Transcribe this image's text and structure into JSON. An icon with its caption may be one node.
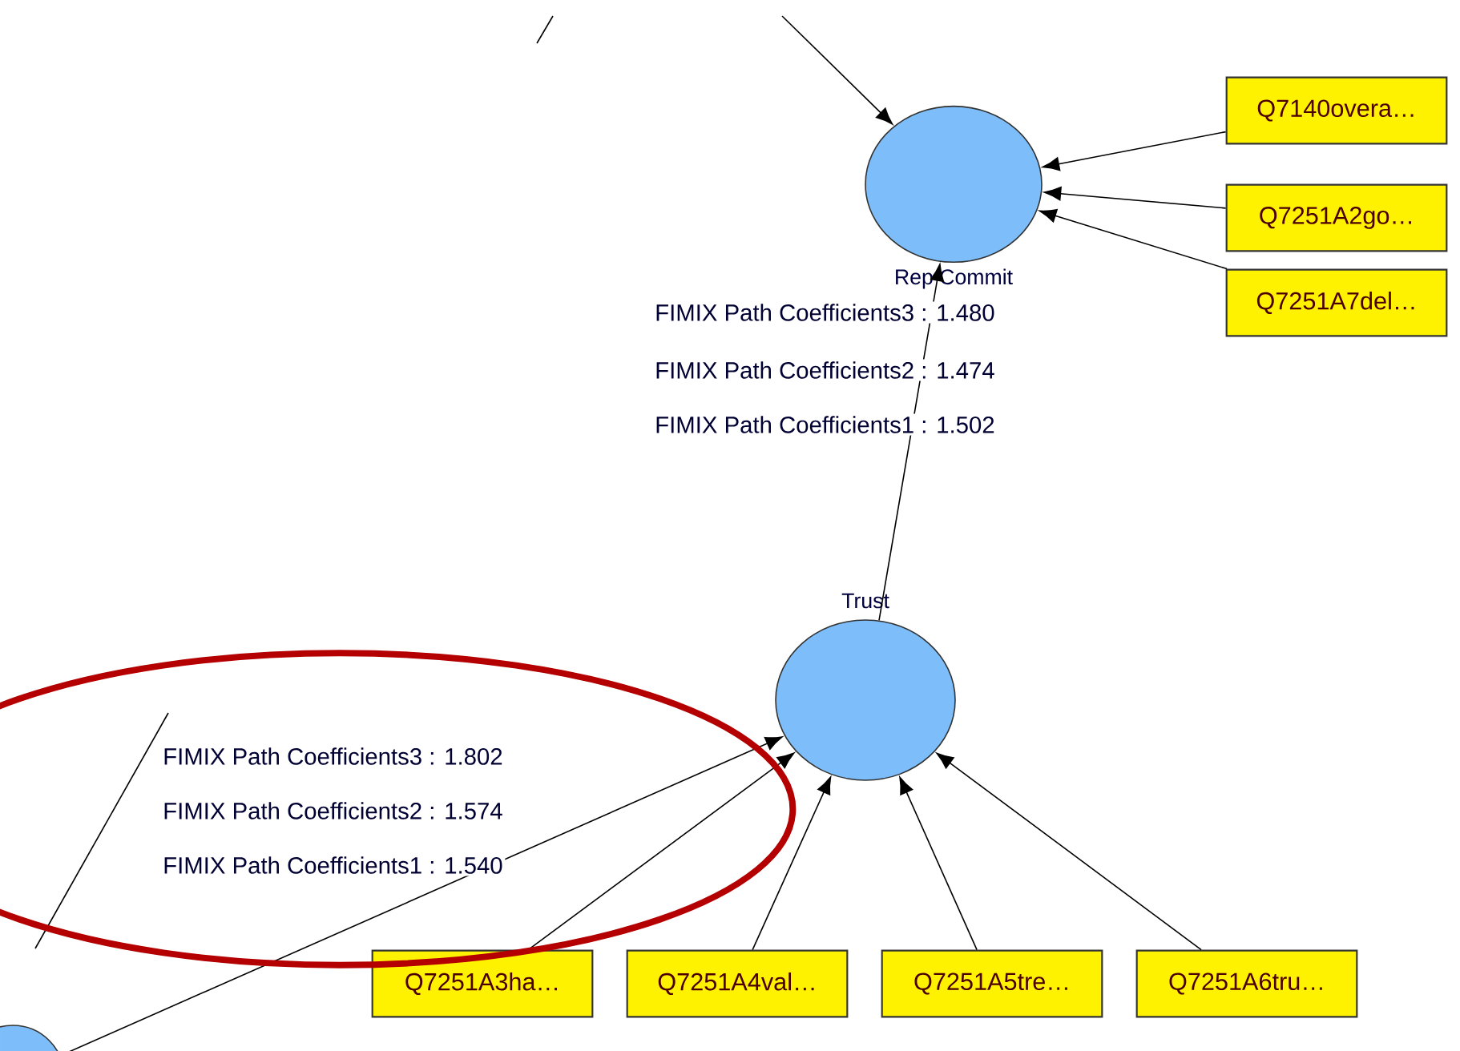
{
  "diagram": {
    "nodes": [
      {
        "text": [
          "Rep Commit"
        ]
      },
      {
        "text": [
          "Q7140overa…"
        ]
      },
      {
        "text": [
          "Q7251A2go…"
        ]
      },
      {
        "text": [
          "Q7251A7del…"
        ]
      },
      {
        "text": [
          "Trust"
        ]
      },
      {
        "text": [],
        "shape": "circle"
      },
      {
        "text": [
          "Q7251A3ha…"
        ]
      },
      {
        "text": [
          "Q7251A4val…"
        ]
      },
      {
        "text": [
          "Q7251A5tre…"
        ]
      },
      {
        "text": [
          "Q7251A6tru…"
        ]
      }
    ],
    "edges": [
      {
        "from": null,
        "to": 0,
        "arrow": "to"
      },
      {
        "from": 1,
        "to": 0,
        "arrow": "to"
      },
      {
        "from": 2,
        "to": 0,
        "arrow": "to"
      },
      {
        "from": 3,
        "to": 0,
        "arrow": "to"
      },
      {
        "from": 4,
        "to": 0,
        "arrow": "to"
      },
      {
        "from": 5,
        "to": 4,
        "arrow": "to"
      },
      {
        "from": 6,
        "to": 4,
        "arrow": "to"
      },
      {
        "from": 7,
        "to": 4,
        "arrow": "to"
      },
      {
        "from": 8,
        "to": 4,
        "arrow": "to"
      },
      {
        "from": 9,
        "to": 4,
        "arrow": "to"
      }
    ],
    "labels": [
      "FIMIX Path Coefficients3 :  1.480",
      "FIMIX Path Coefficients2 :  1.474",
      "FIMIX Path Coefficients1 :  1.502",
      "FIMIX Path Coefficients3 :  1.802",
      "FIMIX Path Coefficients2 :  1.574",
      "FIMIX Path Coefficients1 :  1.540"
    ]
  }
}
